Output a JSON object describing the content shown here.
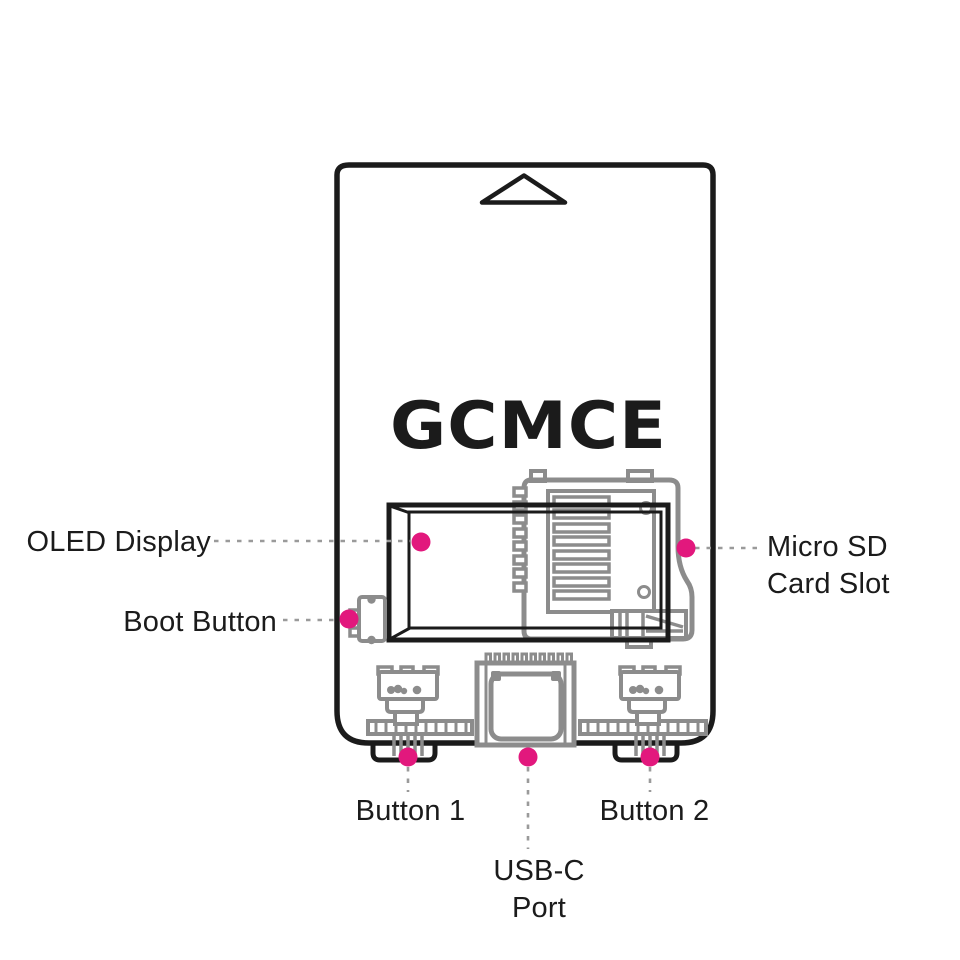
{
  "device": {
    "brand": "GCMCE"
  },
  "labels": {
    "oled_display": "OLED Display",
    "boot_button": "Boot Button",
    "micro_sd_line1": "Micro SD",
    "micro_sd_line2": "Card Slot",
    "button1": "Button 1",
    "button2": "Button 2",
    "usb_c_port": "USB-C Port"
  },
  "colors": {
    "marker": "#E2187D",
    "outline": "#1B1B1B",
    "component": "#8C8C8C",
    "leader": "#9A9A9A",
    "label_text": "#1B1B1B",
    "background": "#FFFFFF"
  }
}
